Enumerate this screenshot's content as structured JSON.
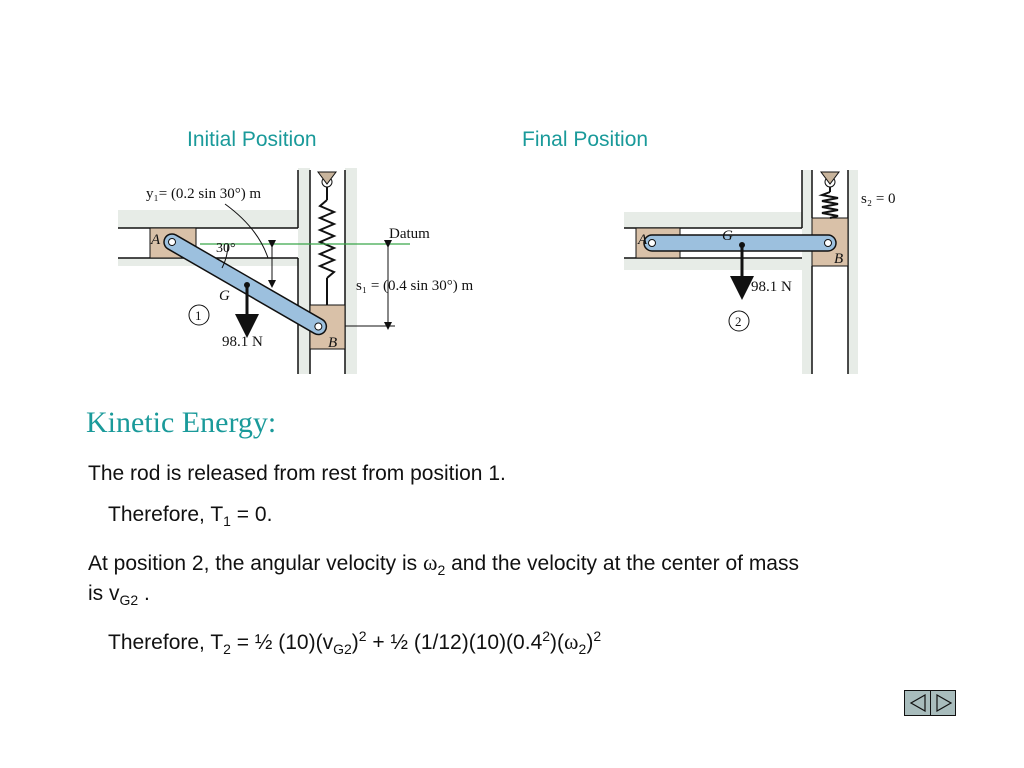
{
  "captions": {
    "initial": "Initial Position",
    "final": "Final Position"
  },
  "figure_labels": {
    "y1": "y₁= (0.2 sin 30°) m",
    "datum": "Datum",
    "angle": "30°",
    "s1": "s₁ = (0.4 sin 30°) m",
    "point_a": "A",
    "point_b": "B",
    "point_g": "G",
    "weight": "98.1 N",
    "position_1": "1",
    "position_2": "2",
    "s2": "s₂ = 0"
  },
  "heading": "Kinetic Energy:",
  "lines": {
    "l1": "The rod is released from rest from position 1.",
    "l2": {
      "a": "Therefore, T",
      "sub": "1",
      "b": " = 0."
    },
    "l3": {
      "a": "At position 2, the angular velocity is ",
      "omega": "ω",
      "sub": "2",
      "b": " and the velocity at the center of mass"
    },
    "l4": {
      "a": "is v",
      "sub": "G2",
      "b": " ."
    },
    "l5": {
      "a": "Therefore, T",
      "sub1": "2",
      "b": " = ½ (10)(v",
      "sub2": "G2",
      "c": ")",
      "sup1": "2",
      "d": " + ½ (1/12)(10)(0.4",
      "sup2": "2",
      "e": ")(",
      "omega": "ω",
      "sub3": "2",
      "f": ")",
      "sup3": "2"
    }
  },
  "colors": {
    "accent": "#1a9a9a",
    "rod": "#9cc0de",
    "block": "#d9c1a8",
    "datum": "#3aa64a",
    "nav": "#a8bcbc"
  },
  "nav": {
    "prev_icon": "arrow-left-icon",
    "next_icon": "arrow-right-icon"
  }
}
